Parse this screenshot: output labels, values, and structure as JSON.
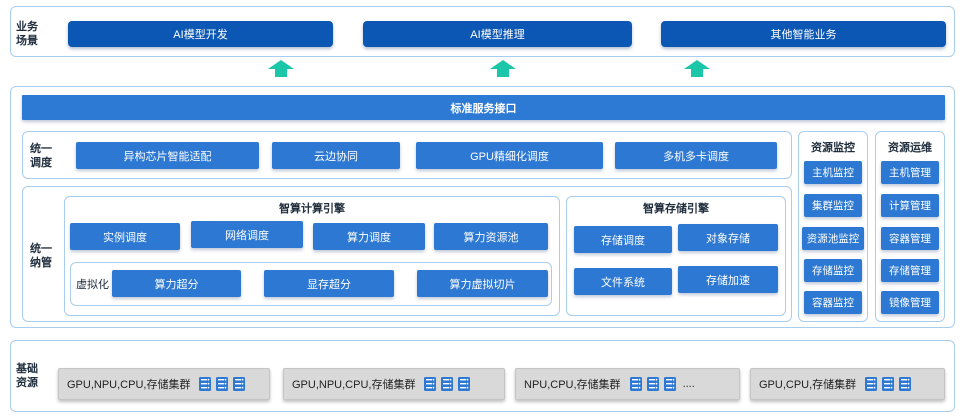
{
  "business": {
    "label": "业务\n场景",
    "buttons": [
      "AI模型开发",
      "AI模型推理",
      "其他智能业务"
    ]
  },
  "standard_api": "标准服务接口",
  "unified_scheduling": {
    "label": "统一\n调度",
    "items": [
      "异构芯片智能适配",
      "云边协同",
      "GPU精细化调度",
      "多机多卡调度"
    ]
  },
  "unified_management": {
    "label": "统一\n纳管",
    "compute_engine": {
      "title": "智算计算引擎",
      "row1": [
        "实例调度",
        "网络调度",
        "算力调度",
        "算力资源池"
      ],
      "virtualization_label": "虚拟化",
      "row2": [
        "算力超分",
        "显存超分",
        "算力虚拟切片"
      ]
    },
    "storage_engine": {
      "title": "智算存储引擎",
      "items": [
        "存储调度",
        "对象存储",
        "文件系统",
        "存储加速"
      ]
    }
  },
  "resource_monitor": {
    "title": "资源监控",
    "items": [
      "主机监控",
      "集群监控",
      "资源池监控",
      "存储监控",
      "容器监控"
    ]
  },
  "resource_ops": {
    "title": "资源运维",
    "items": [
      "主机管理",
      "计算管理",
      "容器管理",
      "存储管理",
      "镜像管理"
    ]
  },
  "infrastructure": {
    "label": "基础\n资源",
    "clusters": [
      "GPU,NPU,CPU,存储集群",
      "GPU,NPU,CPU,存储集群",
      "NPU,CPU,存储集群",
      "GPU,CPU,存储集群"
    ],
    "ellipsis": "....",
    "icon": "server-icon"
  },
  "colors": {
    "dark_blue": "#0c57b3",
    "mid_blue": "#2d78d2",
    "border": "#a9cdee",
    "arrow": "#1bc7a8",
    "resource_gray": "#d9d9d9"
  }
}
